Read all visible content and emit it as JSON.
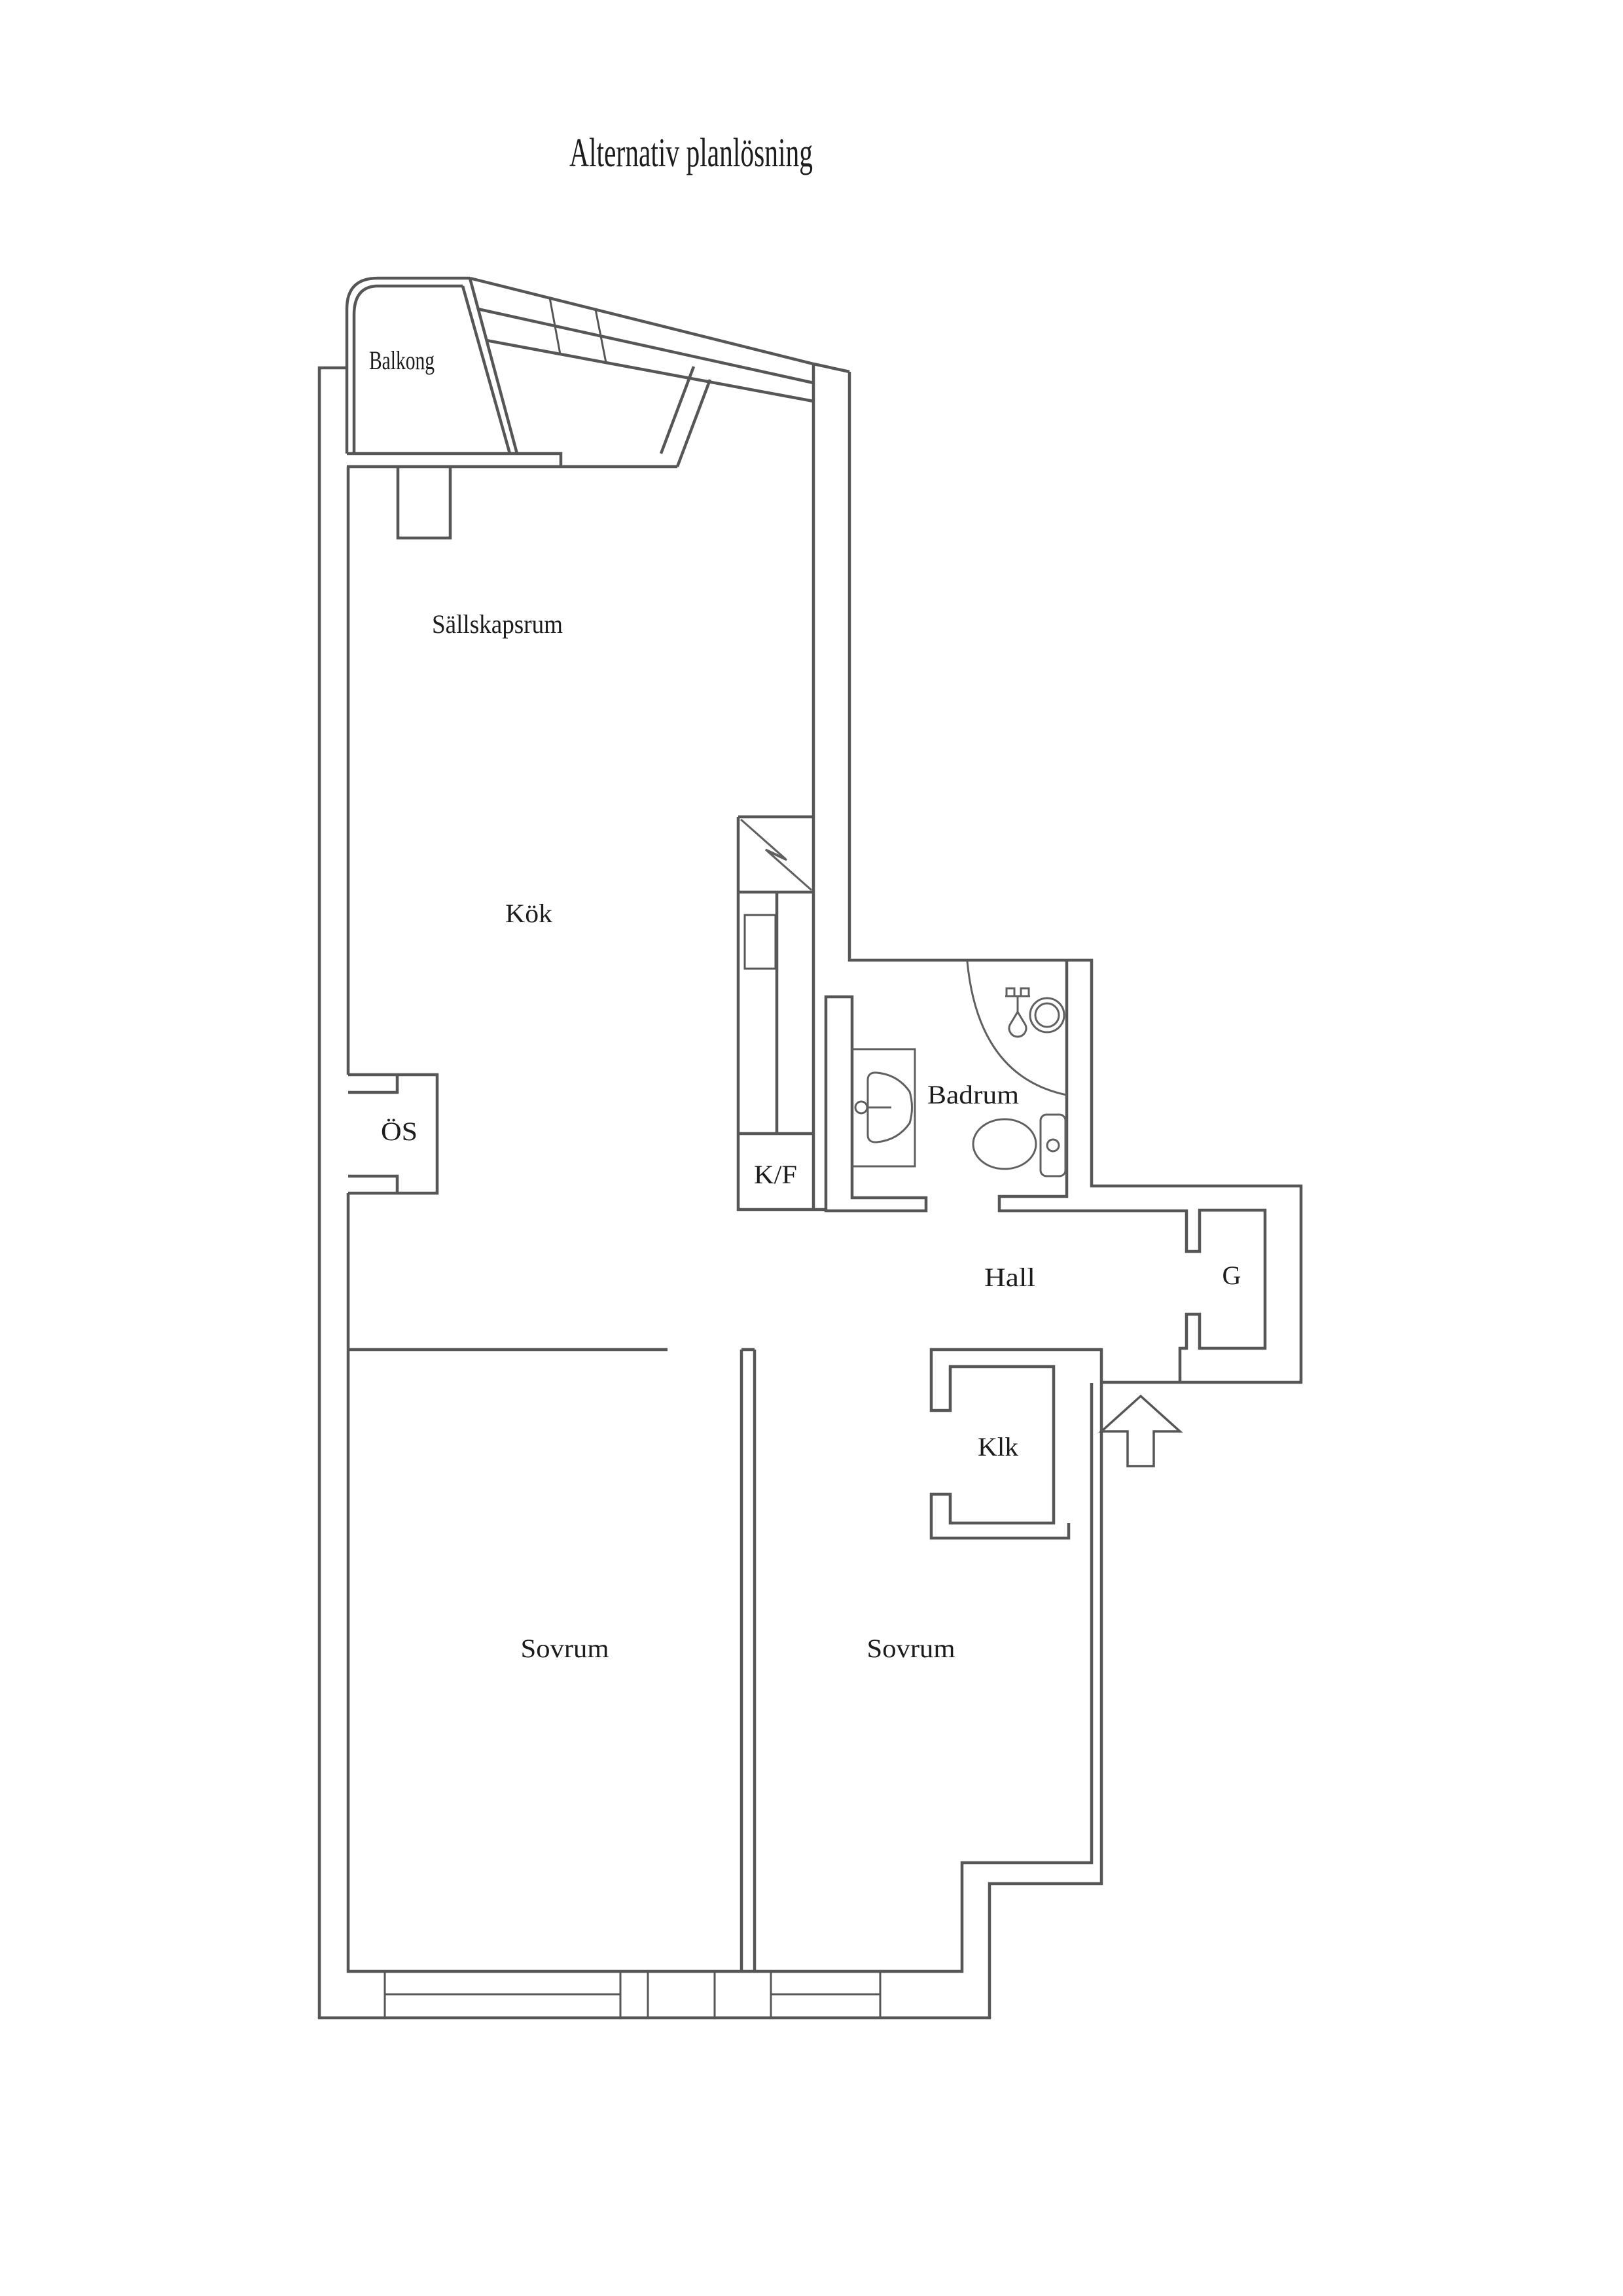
{
  "title": "Alternativ planlösning",
  "colors": {
    "wall": "#565656",
    "fixture": "#606060",
    "ink": "#1c1c1c",
    "background": "#ffffff"
  },
  "rooms": {
    "balcony": {
      "label": "Balkong"
    },
    "living_room": {
      "label": "Sällskapsrum"
    },
    "kitchen": {
      "label": "Kök"
    },
    "fireplace": {
      "label": "ÖS"
    },
    "fridge_freezer": {
      "label": "K/F"
    },
    "bathroom": {
      "label": "Badrum"
    },
    "hall": {
      "label": "Hall"
    },
    "wardrobe": {
      "label": "G"
    },
    "walk_in_closet": {
      "label": "Klk"
    },
    "bedroom_1": {
      "label": "Sovrum"
    },
    "bedroom_2": {
      "label": "Sovrum"
    }
  }
}
